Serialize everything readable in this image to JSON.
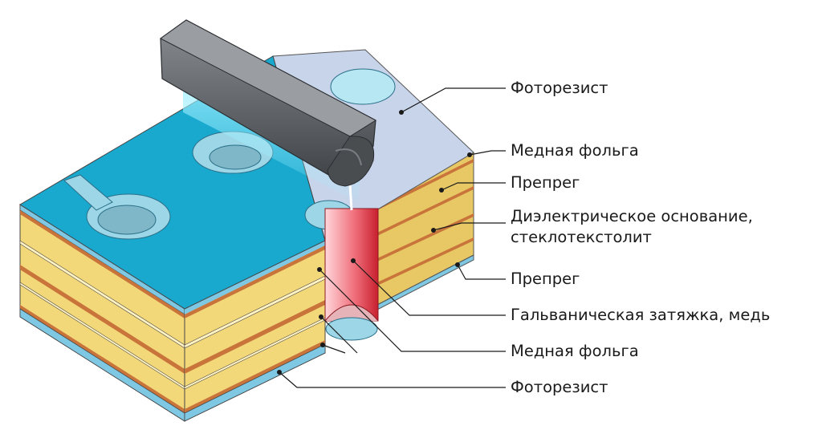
{
  "labels": {
    "photoresist_top": "Фоторезист",
    "copper_foil_top": "Медная фольга",
    "prepreg_top": "Препрег",
    "dielectric_line1": "Диэлектрическое основание,",
    "dielectric_line2": "стеклотекстолит",
    "prepreg_bottom": "Препрег",
    "plating": "Гальваническая затяжка, медь",
    "copper_foil_bottom": "Медная фольга",
    "photoresist_bottom": "Фоторезист"
  },
  "colors": {
    "photoresist": "#7ec8e3",
    "photoresist_exposed": "#c7d4ea",
    "copper": "#c8743a",
    "prepreg": "#f3d87a",
    "prepreg_dark": "#e6c25c",
    "exposed_top": "#19a9cf",
    "plating": "#e03a4a",
    "laser_head": "#5b5f63"
  }
}
